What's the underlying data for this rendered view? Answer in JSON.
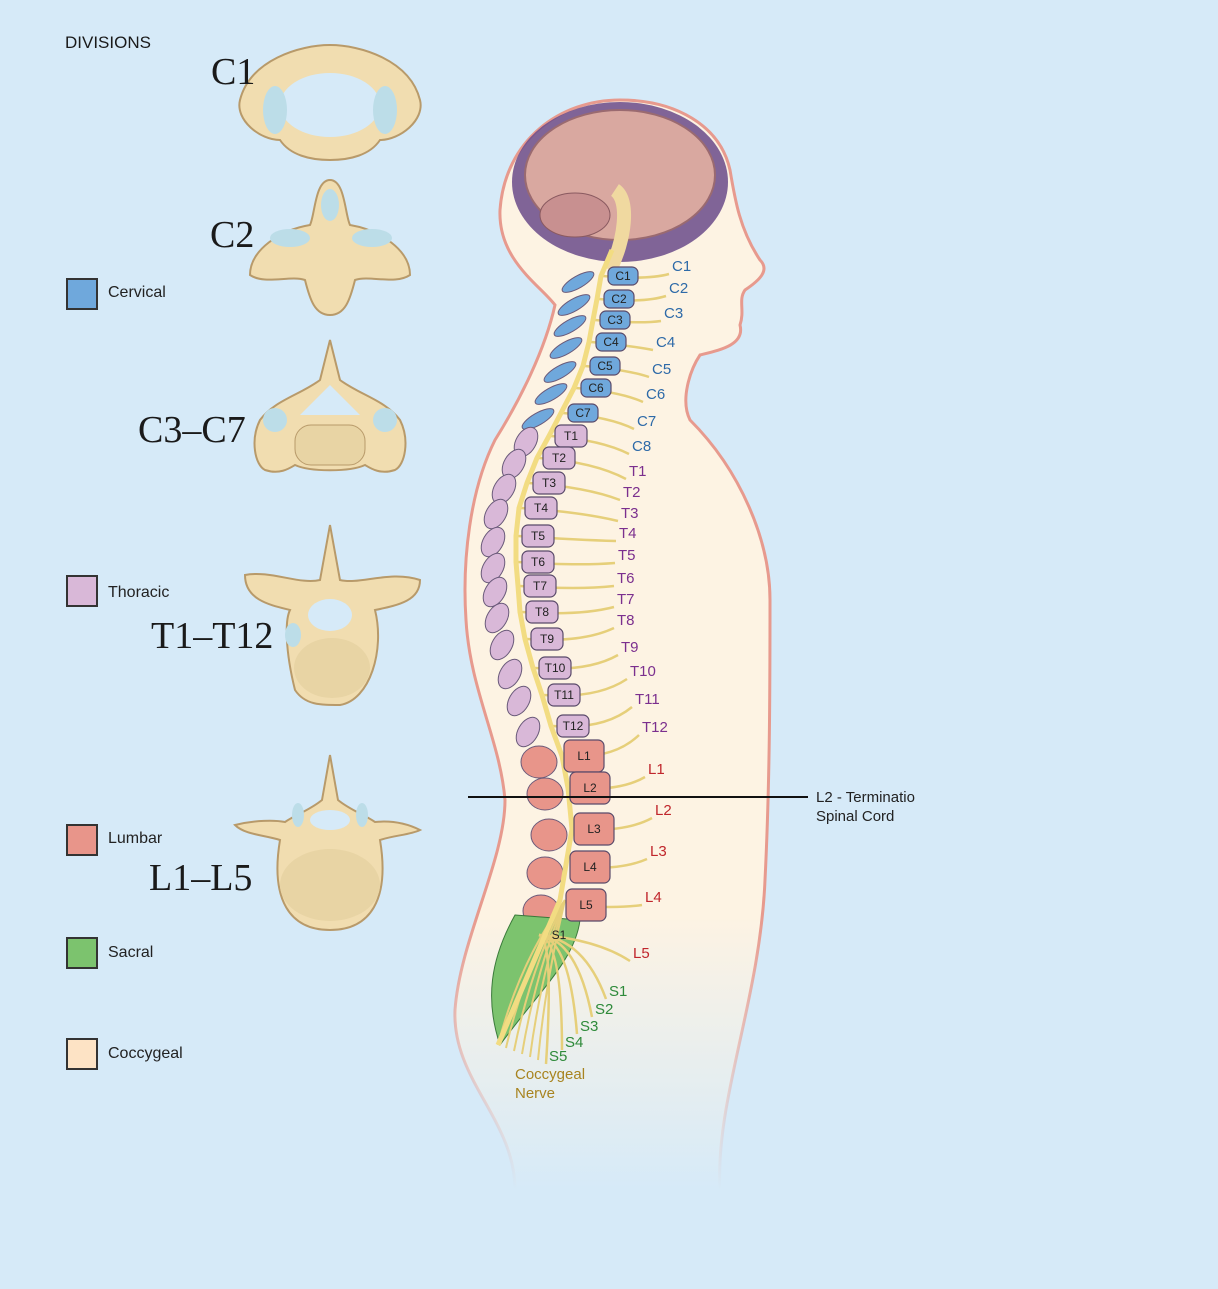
{
  "title": "DIVISIONS",
  "legend": [
    {
      "label": "Cervical",
      "color": "#6fa8dc"
    },
    {
      "label": "Thoracic",
      "color": "#d9b8d8"
    },
    {
      "label": "Lumbar",
      "color": "#e8958a"
    },
    {
      "label": "Sacral",
      "color": "#7cc36e"
    },
    {
      "label": "Coccygeal",
      "color": "#fde3c5"
    }
  ],
  "vertebra_titles": [
    "C1",
    "C2",
    "C3–C7",
    "T1–T12",
    "L1–L5"
  ],
  "vertebrae": [
    "C1",
    "C2",
    "C3",
    "C4",
    "C5",
    "C6",
    "C7",
    "T1",
    "T2",
    "T3",
    "T4",
    "T5",
    "T6",
    "T7",
    "T8",
    "T9",
    "T10",
    "T11",
    "T12",
    "L1",
    "L2",
    "L3",
    "L4",
    "L5",
    "S1"
  ],
  "nerves": {
    "cervical": [
      "C1",
      "C2",
      "C3",
      "C4",
      "C5",
      "C6",
      "C7",
      "C8"
    ],
    "thoracic": [
      "T1",
      "T2",
      "T3",
      "T4",
      "T5",
      "T6",
      "T7",
      "T8",
      "T9",
      "T10",
      "T11",
      "T12"
    ],
    "lumbar": [
      "L1",
      "L2",
      "L3",
      "L4",
      "L5"
    ],
    "sacral": [
      "S1",
      "S2",
      "S3",
      "S4",
      "S5"
    ],
    "coccygeal": [
      "Coccygeal",
      "Nerve"
    ]
  },
  "nerve_colors": {
    "cervical": "#2e6aa8",
    "thoracic": "#7b2f8e",
    "lumbar": "#c0262c",
    "sacral": "#2e8a3a",
    "coccygeal": "#a88420"
  },
  "termination": {
    "line1": "L2 - Terminatio",
    "line2": "Spinal Cord"
  }
}
